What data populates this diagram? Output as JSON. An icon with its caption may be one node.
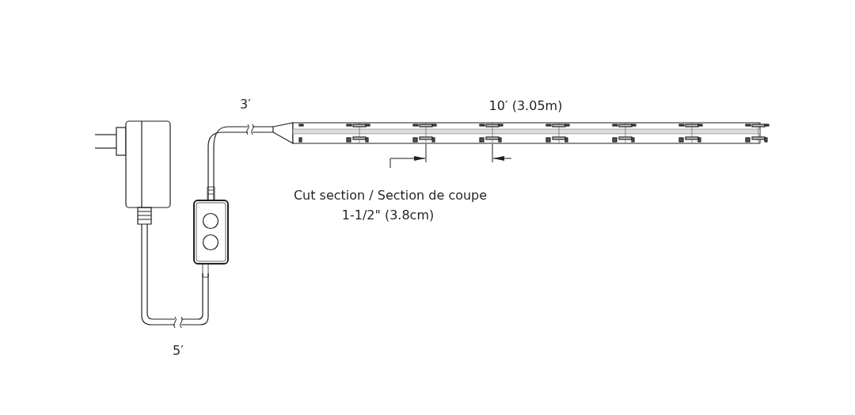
{
  "diagram": {
    "labels": [
      "3′",
      "10′ (3.05m)",
      "Cut section / Section de coupe",
      "1-1/2\" (3.8cm)",
      "5′"
    ]
  }
}
